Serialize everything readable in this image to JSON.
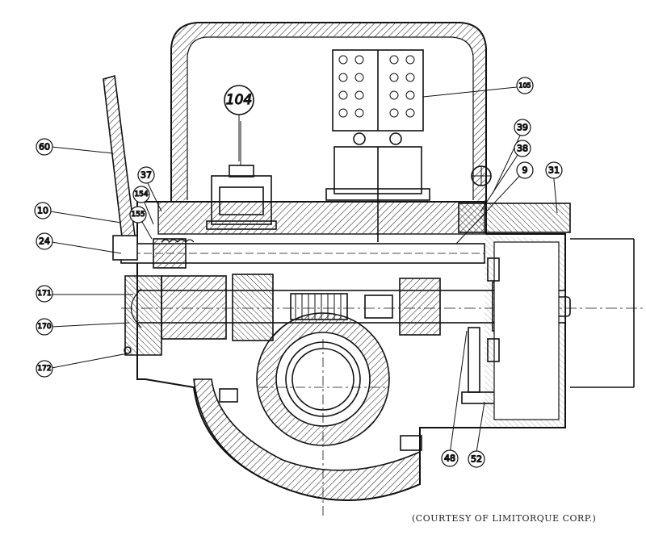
{
  "callouts": [
    {
      "id": "c104",
      "text": "104"
    },
    {
      "id": "c105",
      "text": "105"
    },
    {
      "id": "c39",
      "text": "39"
    },
    {
      "id": "c38",
      "text": "38"
    },
    {
      "id": "c31",
      "text": "31"
    },
    {
      "id": "c9",
      "text": "9"
    },
    {
      "id": "c60",
      "text": "60"
    },
    {
      "id": "c37",
      "text": "37"
    },
    {
      "id": "c154",
      "text": "154"
    },
    {
      "id": "c155",
      "text": "155"
    },
    {
      "id": "c10",
      "text": "10"
    },
    {
      "id": "c24",
      "text": "24"
    },
    {
      "id": "c171",
      "text": "171"
    },
    {
      "id": "c170",
      "text": "170"
    },
    {
      "id": "c172",
      "text": "172"
    },
    {
      "id": "c48",
      "text": "48"
    },
    {
      "id": "c52",
      "text": "52"
    }
  ],
  "credit": "(COURTESY OF LIMITORQUE CORP.)"
}
